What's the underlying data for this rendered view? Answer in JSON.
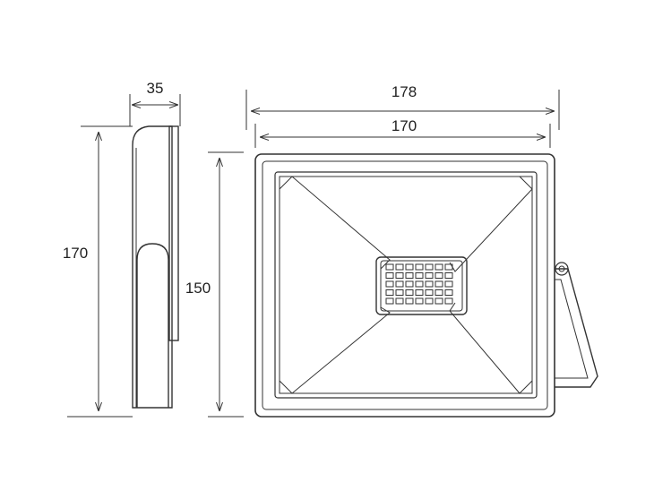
{
  "dimensions": {
    "side_depth": "35",
    "side_height": "170",
    "front_height": "150",
    "overall_width": "178",
    "body_width": "170"
  },
  "led_grid": {
    "rows": 5,
    "cols": 7
  },
  "colors": {
    "line": "#333333",
    "background": "#ffffff"
  }
}
